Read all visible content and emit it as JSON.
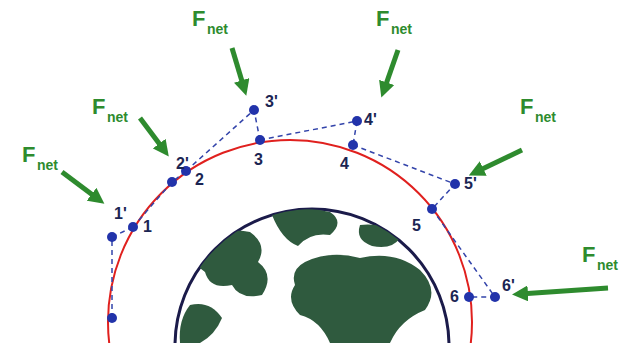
{
  "diagram": {
    "labels": [
      "F",
      "net",
      "F",
      "net",
      "F",
      "net",
      "F",
      "net",
      "F",
      "net",
      "F",
      "net",
      "1'",
      "1",
      "2'",
      "2",
      "3'",
      "3",
      "4'",
      "4",
      "5'",
      "5",
      "6",
      "6'"
    ]
  }
}
